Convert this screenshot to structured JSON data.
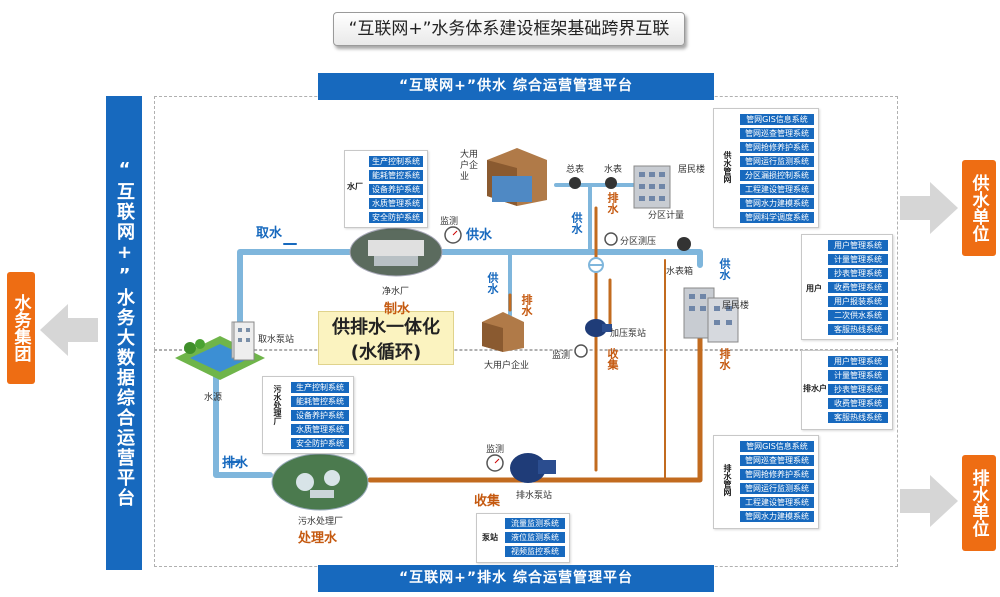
{
  "title": "“互联网+”水务体系建设框架基础跨界互联",
  "top_platform": "“互联网+”供水  综合运营管理平台",
  "bottom_platform": "“互联网+”排水 综合运营管理平台",
  "left_platform": "“互联网+”水务大数据综合运营平台",
  "water_group": "水务集团",
  "supply_unit": "供水单位",
  "drain_unit": "排水单位",
  "center_box": {
    "line1": "供排水一体化",
    "line2": "(水循环)"
  },
  "plant_panel": {
    "label": "水厂",
    "items": [
      "生产控制系统",
      "能耗管控系统",
      "设备养护系统",
      "水质管理系统",
      "安全防护系统"
    ]
  },
  "wastewater_panel": {
    "label": "污水处理厂",
    "items": [
      "生产控制系统",
      "能耗管控系统",
      "设备养护系统",
      "水质管理系统",
      "安全防护系统"
    ]
  },
  "supply_network_panel": {
    "label": "供水管网",
    "items": [
      "管网GIS信息系统",
      "管网巡查管理系统",
      "管网抢修养护系统",
      "管网运行监测系统",
      "分区漏损控制系统",
      "工程建设管理系统",
      "管网水力建模系统",
      "管网科学调度系统"
    ]
  },
  "user_panel": {
    "label": "用户",
    "items": [
      "用户管理系统",
      "计量管理系统",
      "抄表管理系统",
      "收费管理系统",
      "用户报装系统",
      "二次供水系统",
      "客服热线系统"
    ]
  },
  "drain_user_panel": {
    "label": "排水户",
    "items": [
      "用户管理系统",
      "计量管理系统",
      "抄表管理系统",
      "收费管理系统",
      "客服热线系统"
    ]
  },
  "drain_network_panel": {
    "label": "排水管网",
    "items": [
      "管网GIS信息系统",
      "管网巡查管理系统",
      "管网抢修养护系统",
      "管网运行监测系统",
      "工程建设管理系统",
      "管网水力建模系统"
    ]
  },
  "pump_panel": {
    "label": "泵站",
    "items": [
      "流量监测系统",
      "液位监测系统",
      "视频监控系统"
    ]
  },
  "labels": {
    "intake": "取水",
    "supply": "供水",
    "drain": "排水",
    "collect": "收集",
    "make_water": "制水",
    "treat_water": "处理水",
    "purification_plant": "净水厂",
    "intake_pump": "取水泵站",
    "water_source": "水源",
    "monitor": "监测",
    "big_user": "大用户企业",
    "big_user2": "大用户企业",
    "main_meter": "总表",
    "water_meter": "水表",
    "residential": "居民楼",
    "residential2": "居民楼",
    "district_meter": "分区计量",
    "district_pressure": "分区测压",
    "meter_box": "水表箱",
    "booster": "加压泵站",
    "wastewater_plant": "污水处理厂",
    "drain_pump": "排水泵站"
  }
}
